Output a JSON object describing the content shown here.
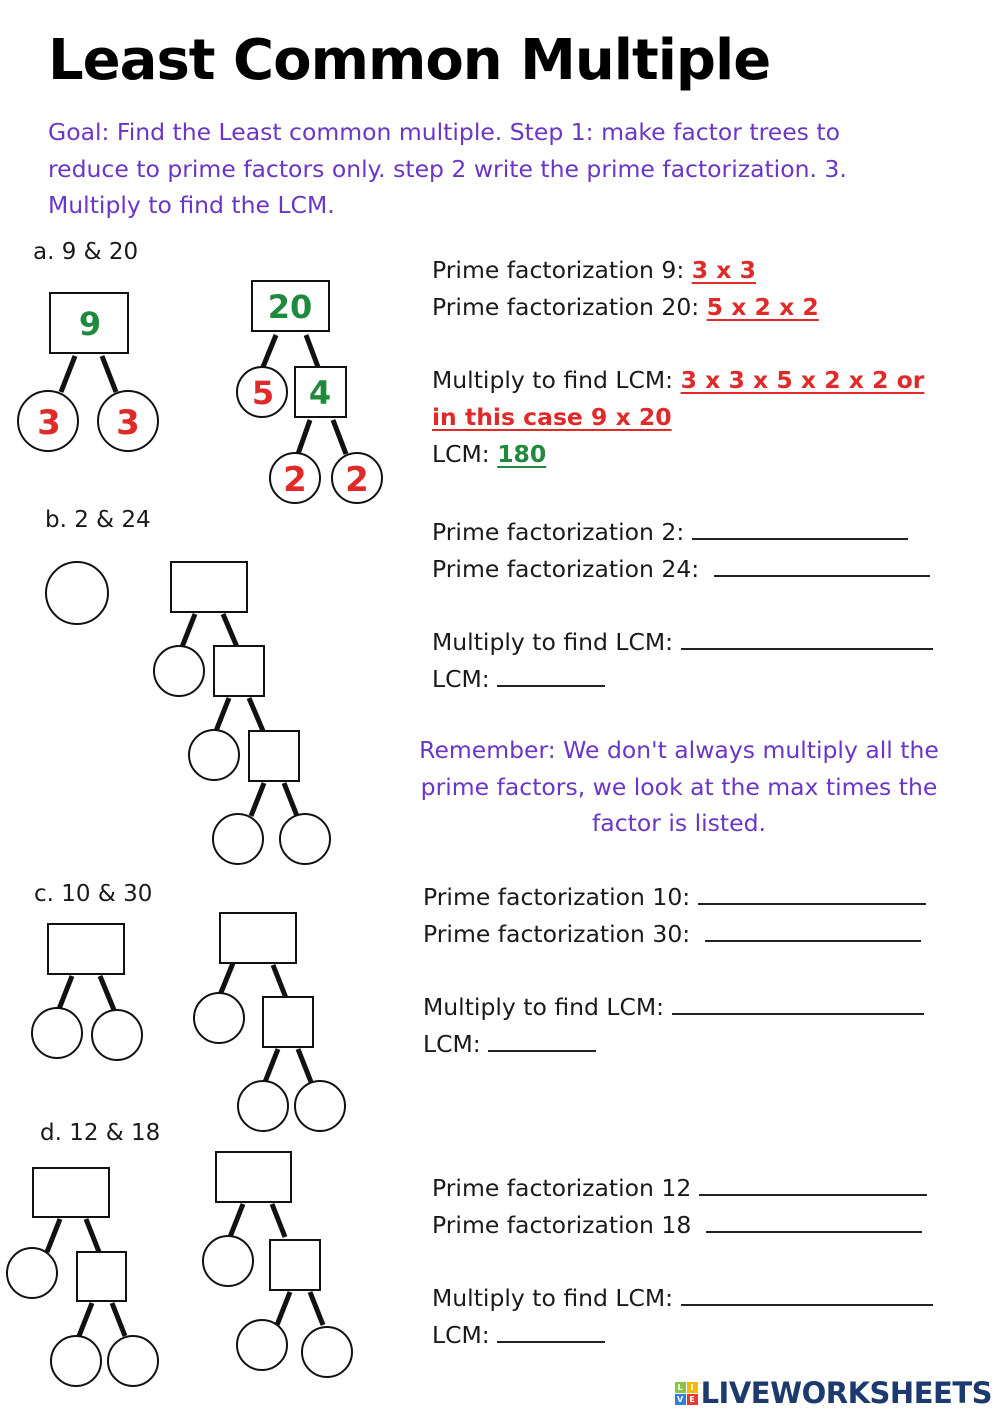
{
  "title": "Least Common Multiple",
  "goal": "Goal: Find the Least common multiple. Step 1: make factor trees to reduce to prime factors only. step 2 write the prime factorization. 3. Multiply to find the LCM.",
  "colors": {
    "purple": "#6a36c8",
    "red": "#e02a2a",
    "green": "#1f8a3e",
    "logo_blue": "#1d3a6e"
  },
  "problems": [
    {
      "label": "a. 9 & 20",
      "pf1_label": "Prime factorization 9:",
      "pf1_answer": "3 x 3",
      "pf2_label": "Prime factorization 20:",
      "pf2_answer": "5 x 2 x 2",
      "multiply_label": "Multiply to find LCM:",
      "multiply_answer_1": "3 x 3 x 5 x 2 x 2 or",
      "multiply_answer_2": "in this case 9 x 20",
      "lcm_label": "LCM:",
      "lcm_answer": "180",
      "tree_values": {
        "t1_root": "9",
        "t1_left": "3",
        "t1_right": "3",
        "t2_root": "20",
        "t2_left": "5",
        "t2_mid": "4",
        "t2_ll": "2",
        "t2_lr": "2"
      }
    },
    {
      "label": "b.  2 & 24",
      "pf1_label": "Prime factorization 2:",
      "pf2_label": "Prime factorization 24:",
      "multiply_label": "Multiply to find LCM:",
      "lcm_label": "LCM:"
    },
    {
      "label": "c. 10 & 30",
      "pf1_label": "Prime factorization 10:",
      "pf2_label": "Prime factorization 30:",
      "multiply_label": "Multiply to find LCM:",
      "lcm_label": "LCM:"
    },
    {
      "label": "d. 12 & 18",
      "pf1_label": "Prime factorization 12",
      "pf2_label": "Prime factorization 18",
      "multiply_label": "Multiply to find LCM:",
      "lcm_label": "LCM:"
    }
  ],
  "remember": "Remember: We don't always multiply all the prime factors, we look at the max times the factor is listed.",
  "logo": {
    "text": "LIVEWORKSHEETS",
    "tiles": [
      "L",
      "I",
      "V",
      "E"
    ]
  }
}
